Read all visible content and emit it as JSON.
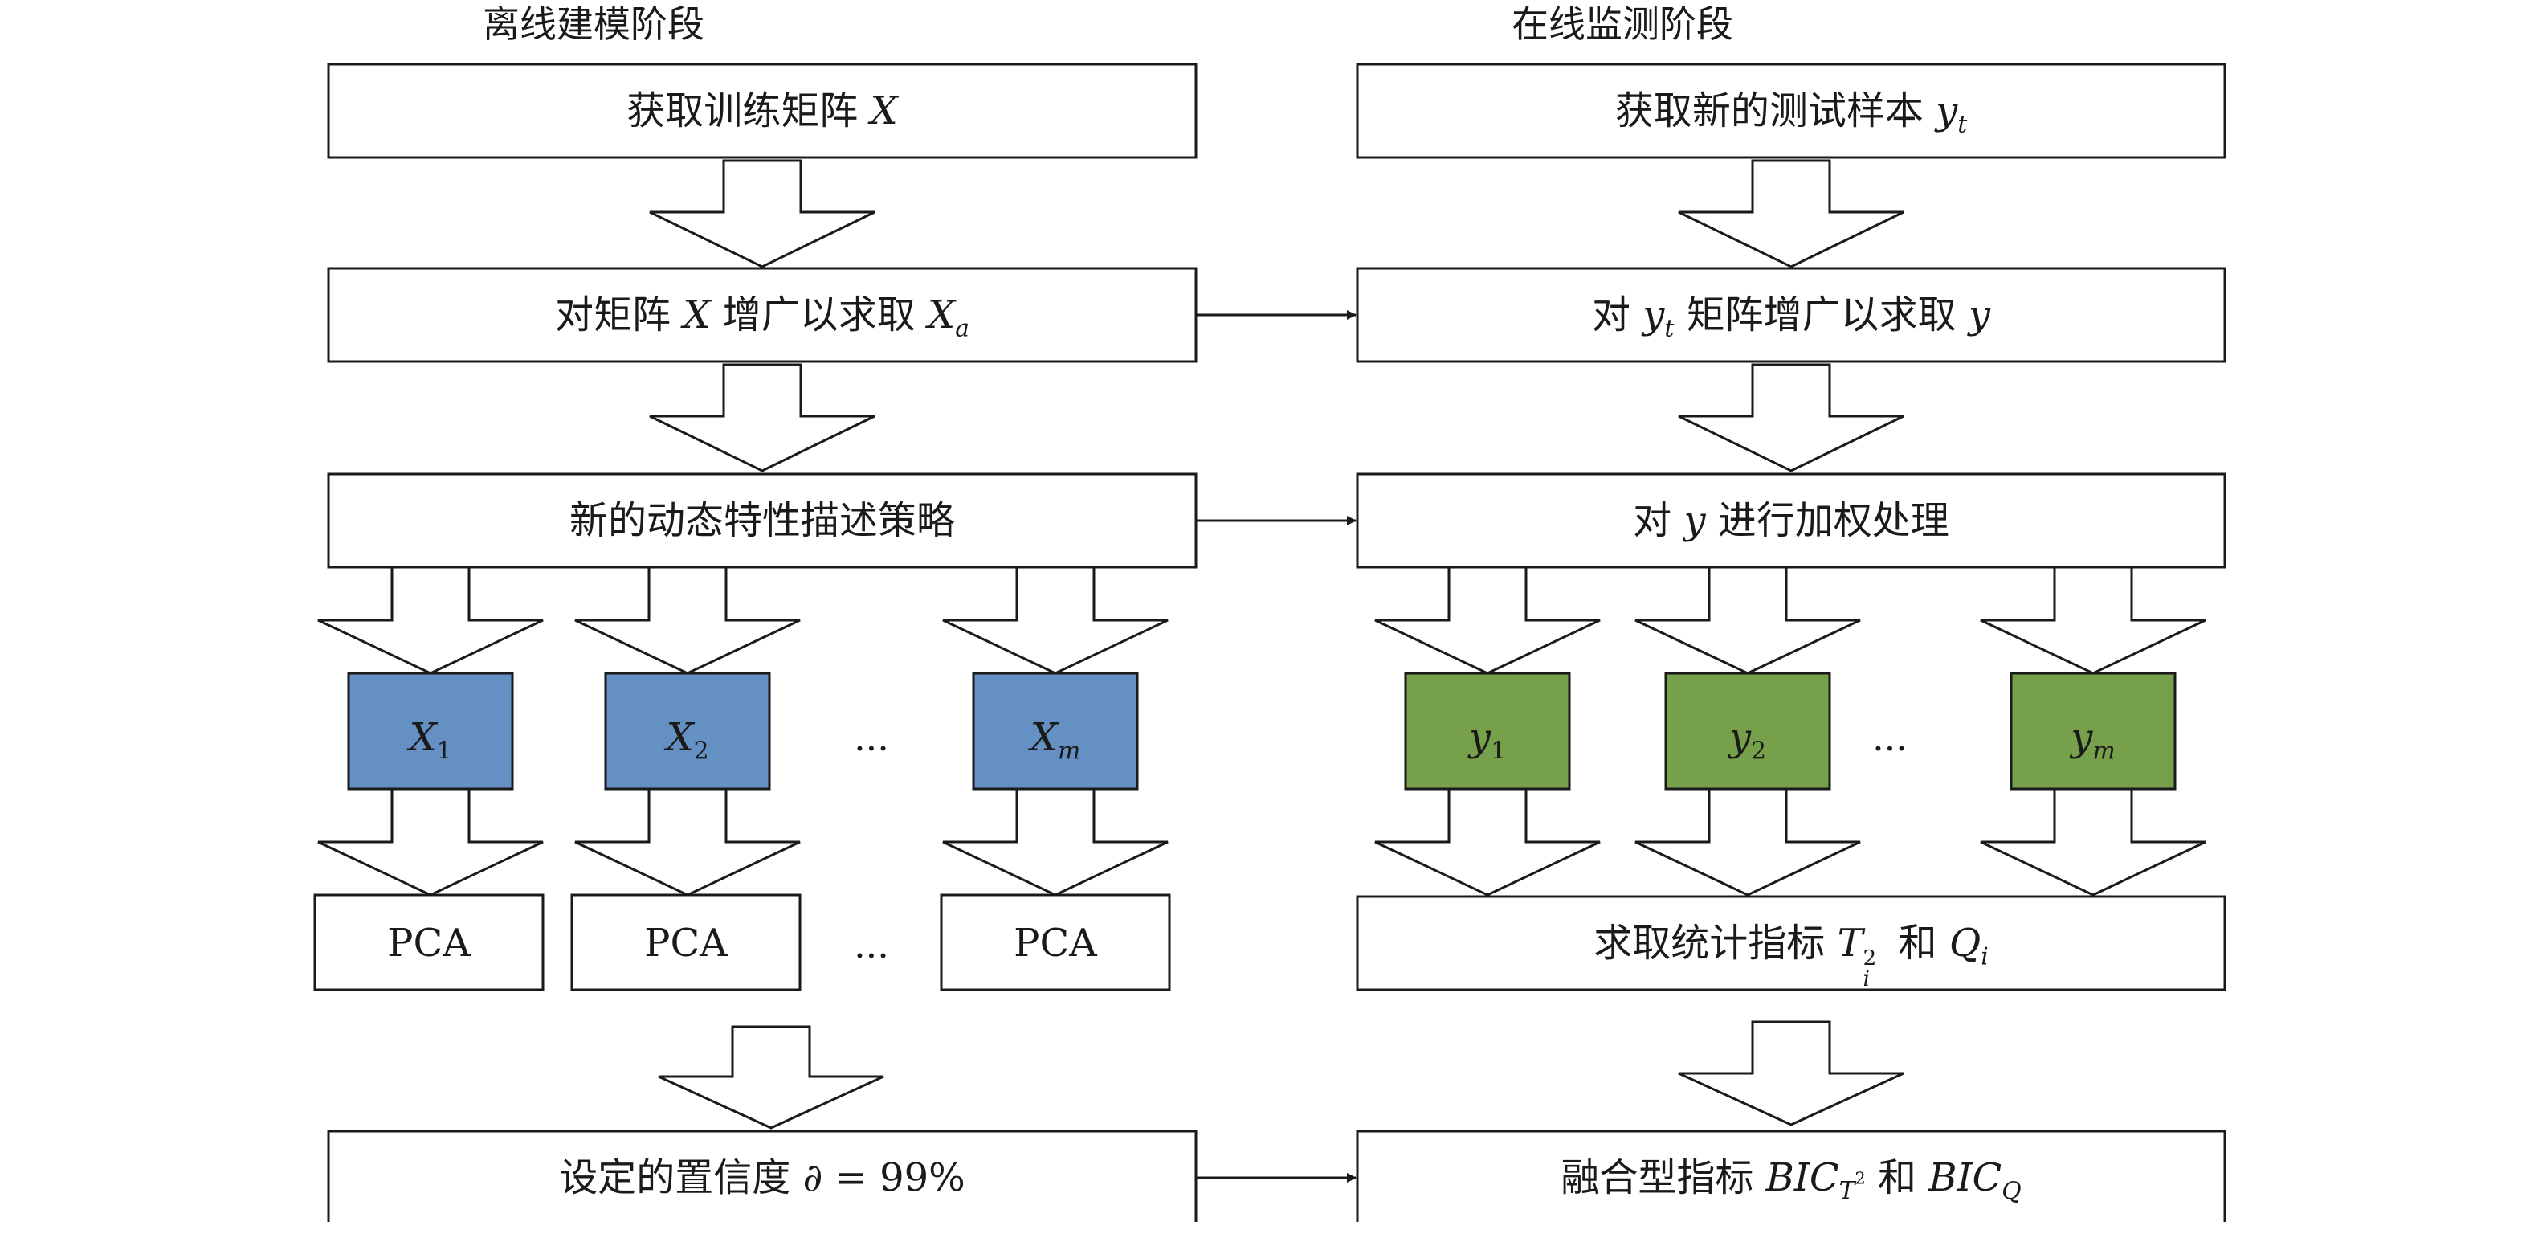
{
  "headers": {
    "offline": "离线建模阶段",
    "online": "在线监测阶段"
  },
  "offline": {
    "step1": {
      "text": "获取训练矩阵",
      "var": "X"
    },
    "step2": {
      "text_a": "对矩阵",
      "var": "X",
      "text_b": "增广以求取",
      "var2": "X",
      "var2_sub": "a"
    },
    "step3": {
      "text": "新的动态特性描述策略"
    },
    "blocks": [
      {
        "var": "X",
        "sub": "1"
      },
      {
        "var": "X",
        "sub": "2"
      },
      {
        "var": "X",
        "sub": "m"
      }
    ],
    "dots": "...",
    "pca": [
      "PCA",
      "PCA",
      "PCA"
    ],
    "pca_dots": "...",
    "step_final": {
      "text": "设定的置信度",
      "symbol": "∂",
      "eq": "= 99%"
    }
  },
  "online": {
    "step1": {
      "text": "获取新的测试样本",
      "var": "y",
      "sub": "t"
    },
    "step2": {
      "text_a": "对",
      "var": "y",
      "sub": "t",
      "text_b": "矩阵增广以求取",
      "var2": "y"
    },
    "step3": {
      "text_a": "对",
      "var": "y",
      "text_b": "进行加权处理"
    },
    "blocks": [
      {
        "var": "y",
        "sub": "1"
      },
      {
        "var": "y",
        "sub": "2"
      },
      {
        "var": "y",
        "sub": "m"
      }
    ],
    "dots": "...",
    "step4": {
      "text_a": "求取统计指标",
      "var": "T",
      "sup": "2",
      "sub": "i",
      "text_b": "和",
      "var2": "Q",
      "sub2": "i"
    },
    "step_final": {
      "text_a": "融合型指标",
      "var": "BIC",
      "sub_var": "T",
      "sub_sup": "2",
      "text_b": "和",
      "var2": "BIC",
      "sub2": "Q"
    }
  },
  "colors": {
    "blue_block": "#6590c4",
    "green_block": "#77a04a",
    "stroke": "#1a1a1a"
  }
}
